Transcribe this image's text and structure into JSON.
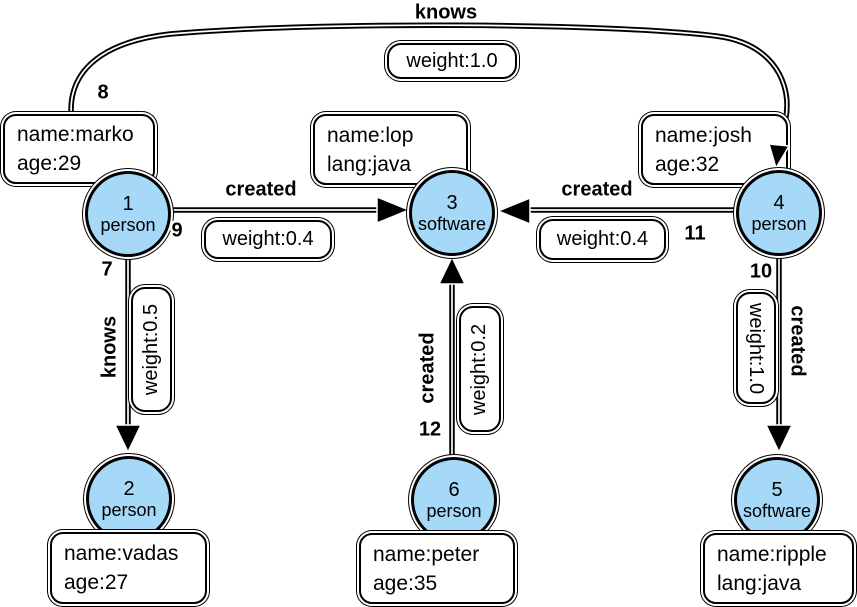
{
  "diagram": {
    "type": "property-graph",
    "background": "#ffffff",
    "colors": {
      "node_fill": "#a6d8f7",
      "node_stroke": "#000000",
      "edge_color": "#000000",
      "box_fill": "#ffffff",
      "text_color": "#000000"
    }
  },
  "nodes": [
    {
      "id": "1",
      "label": "person",
      "properties": [
        "name:marko",
        "age:29"
      ]
    },
    {
      "id": "2",
      "label": "person",
      "properties": [
        "name:vadas",
        "age:27"
      ]
    },
    {
      "id": "3",
      "label": "software",
      "properties": [
        "name:lop",
        "lang:java"
      ]
    },
    {
      "id": "4",
      "label": "person",
      "properties": [
        "name:josh",
        "age:32"
      ]
    },
    {
      "id": "5",
      "label": "software",
      "properties": [
        "name:ripple",
        "lang:java"
      ]
    },
    {
      "id": "6",
      "label": "person",
      "properties": [
        "name:peter",
        "age:35"
      ]
    }
  ],
  "edges": [
    {
      "id": "8",
      "label": "knows",
      "weight": "weight:1.0",
      "from": "1",
      "to": "4"
    },
    {
      "id": "9",
      "label": "created",
      "weight": "weight:0.4",
      "from": "1",
      "to": "3"
    },
    {
      "id": "7",
      "label": "knows",
      "weight": "weight:0.5",
      "from": "1",
      "to": "2"
    },
    {
      "id": "11",
      "label": "created",
      "weight": "weight:0.4",
      "from": "4",
      "to": "3"
    },
    {
      "id": "10",
      "label": "created",
      "weight": "weight:1.0",
      "from": "4",
      "to": "5"
    },
    {
      "id": "12",
      "label": "created",
      "weight": "weight:0.2",
      "from": "6",
      "to": "3"
    }
  ]
}
